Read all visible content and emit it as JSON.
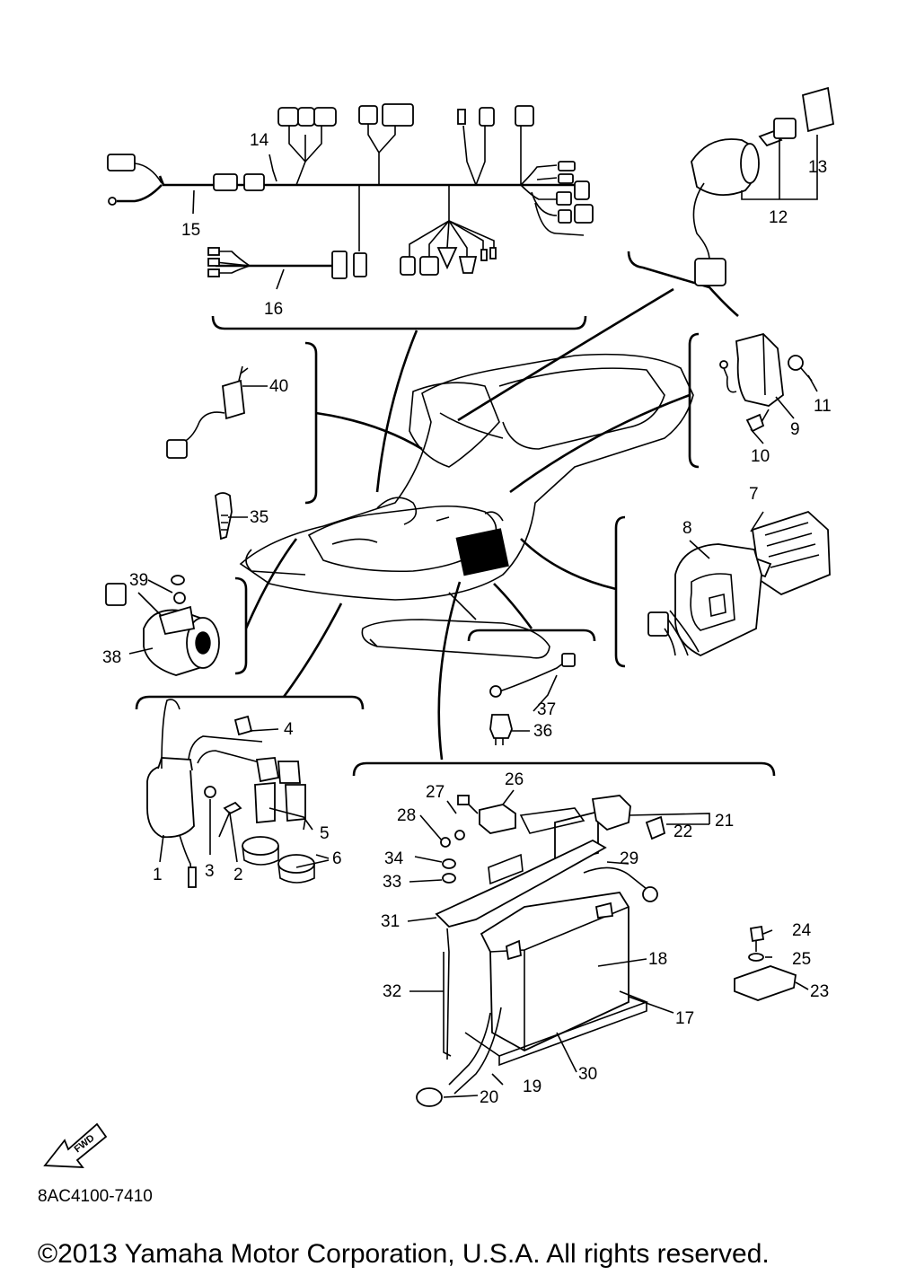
{
  "callouts": {
    "c1": "1",
    "c2": "2",
    "c3": "3",
    "c4": "4",
    "c5": "5",
    "c6": "6",
    "c7": "7",
    "c8": "8",
    "c9": "9",
    "c10": "10",
    "c11": "11",
    "c12": "12",
    "c13": "13",
    "c14": "14",
    "c15": "15",
    "c16": "16",
    "c17": "17",
    "c18": "18",
    "c19": "19",
    "c20": "20",
    "c21": "21",
    "c22": "22",
    "c23": "23",
    "c24": "24",
    "c25": "25",
    "c26": "26",
    "c27": "27",
    "c28": "28",
    "c29": "29",
    "c30": "30",
    "c31": "31",
    "c32": "32",
    "c33": "33",
    "c34": "34",
    "c35": "35",
    "c36": "36",
    "c37": "37",
    "c38": "38",
    "c39": "39",
    "c40": "40"
  },
  "fwd_label": "FWD",
  "drawing_code": "8AC4100-7410",
  "copyright": "©2013 Yamaha Motor Corporation, U.S.A. All rights reserved."
}
